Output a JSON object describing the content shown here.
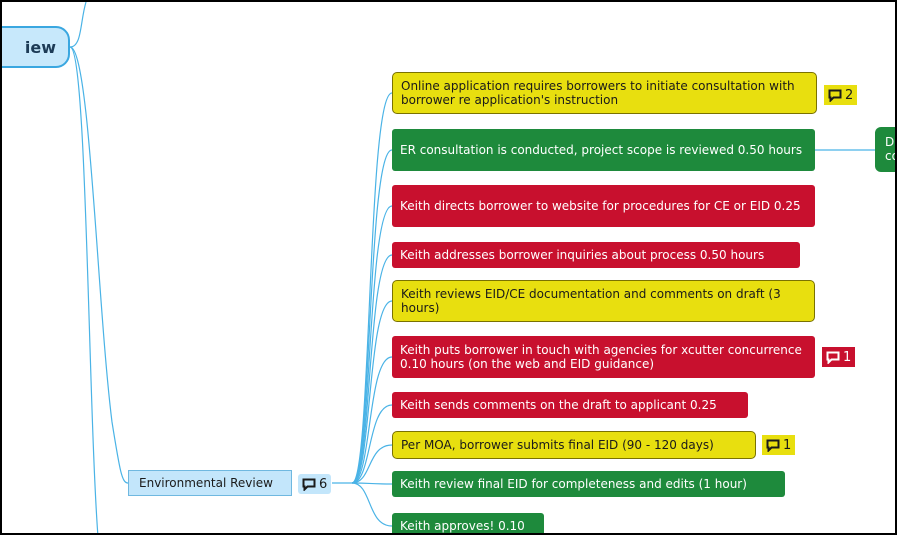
{
  "root": {
    "label": "iew"
  },
  "branch": {
    "label": "Environmental Review",
    "comment_count": "6"
  },
  "partial_node": {
    "line1": "D",
    "line2": "co"
  },
  "colors": {
    "yellow": "#e8df0f",
    "green": "#1e8a3c",
    "red": "#c8102e",
    "connector": "#4ab3e6",
    "node_blue": "#c3e6fb"
  },
  "tasks": [
    {
      "text": "Online application requires borrowers to initiate consultation with borrower re application's instruction",
      "color": "yellow",
      "comments": "2"
    },
    {
      "text": "ER consultation is conducted, project scope is reviewed 0.50 hours",
      "color": "green",
      "comments": null
    },
    {
      "text": "Keith directs borrower to website for procedures for CE or EID 0.25",
      "color": "red",
      "comments": null
    },
    {
      "text": "Keith addresses borrower inquiries about process 0.50 hours",
      "color": "red",
      "comments": null
    },
    {
      "text": "Keith reviews EID/CE documentation and comments on draft (3 hours)",
      "color": "yellow",
      "comments": null
    },
    {
      "text": "Keith puts borrower in touch with agencies for xcutter concurrence 0.10 hours (on the web and EID guidance)",
      "color": "red",
      "comments": "1"
    },
    {
      "text": "Keith sends comments on the draft to applicant 0.25",
      "color": "red",
      "comments": null
    },
    {
      "text": "Per MOA, borrower submits final EID (90 -  120 days)",
      "color": "yellow",
      "comments": "1"
    },
    {
      "text": "Keith review final EID for completeness and edits (1 hour)",
      "color": "green",
      "comments": null
    },
    {
      "text": "Keith approves! 0.10",
      "color": "green",
      "comments": null
    }
  ]
}
